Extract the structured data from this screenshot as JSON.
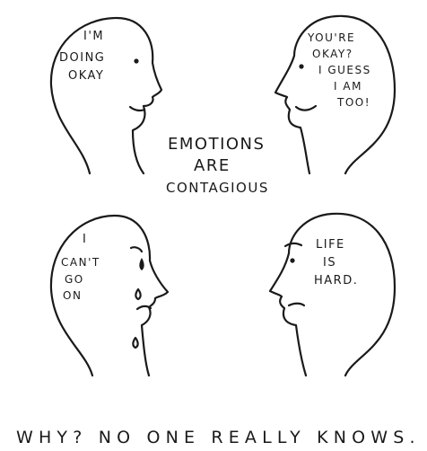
{
  "panels": {
    "top_left": {
      "lines": [
        "I'M",
        "DOING",
        "OKAY"
      ]
    },
    "top_right": {
      "lines": [
        "YOU'RE",
        "OKAY?",
        "I GUESS",
        "I AM",
        "TOO!"
      ]
    },
    "bottom_left": {
      "lines": [
        "I",
        "CAN'T",
        "GO",
        "ON"
      ]
    },
    "bottom_right": {
      "lines": [
        "LIFE",
        "IS",
        "HARD."
      ]
    }
  },
  "center_text": {
    "lines": [
      "EMOTIONS",
      "ARE",
      "CONTAGIOUS"
    ]
  },
  "caption": "WHY? NO ONE REALLY KNOWS."
}
